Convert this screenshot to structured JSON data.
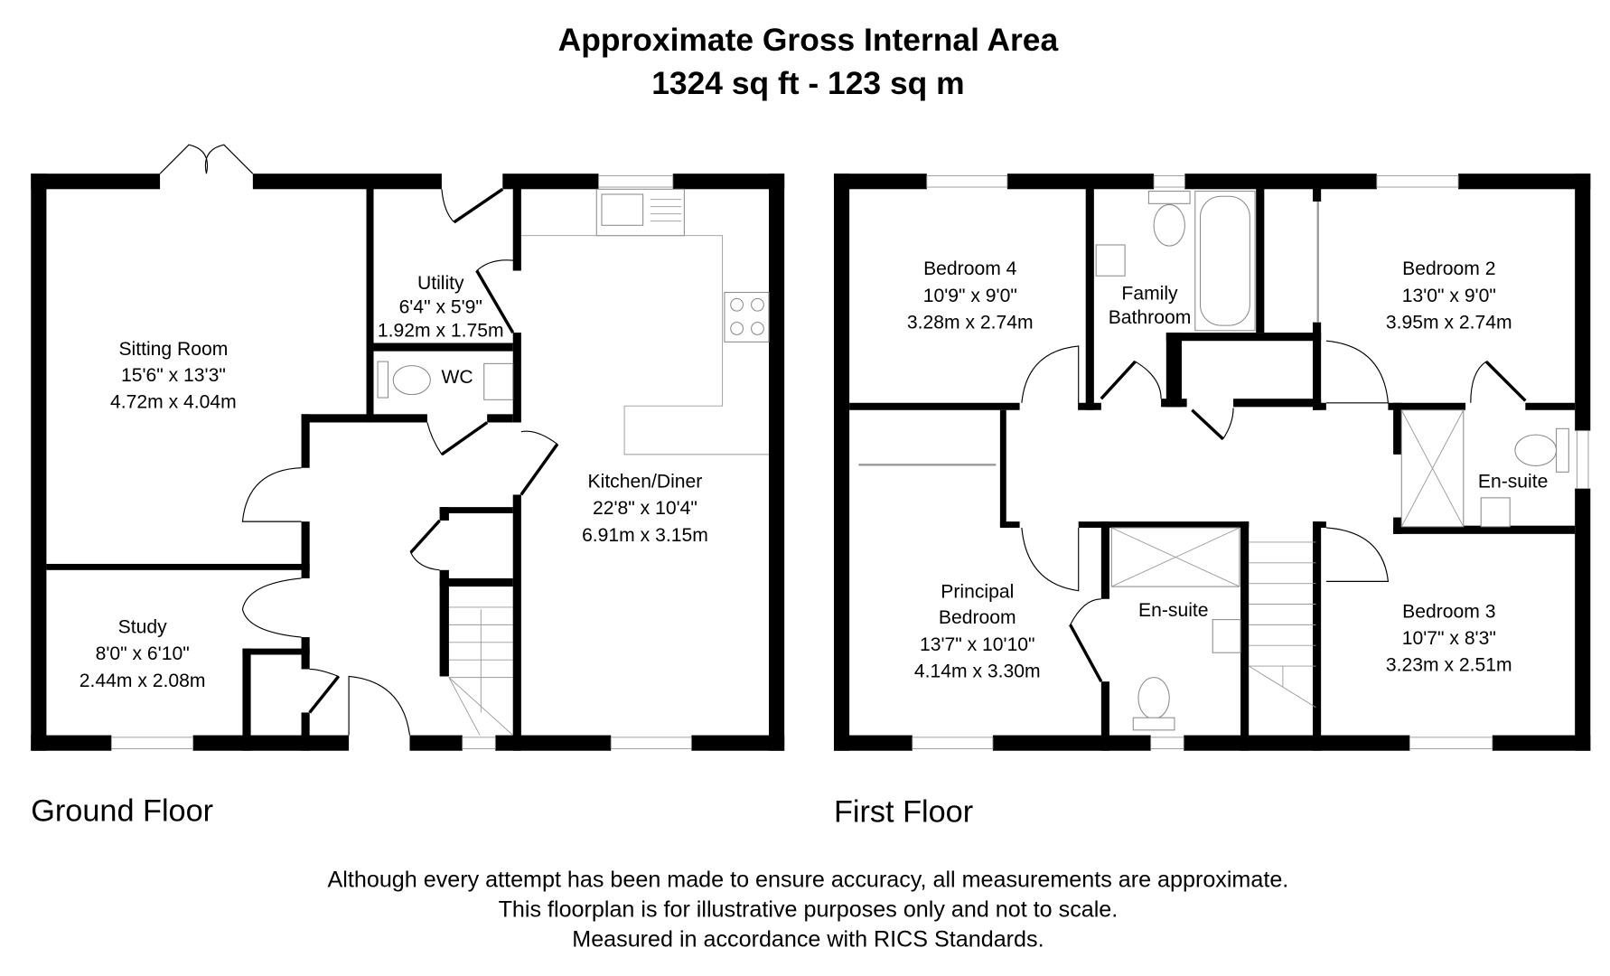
{
  "header": {
    "title": "Approximate Gross Internal Area",
    "area": "1324 sq ft - 123 sq m"
  },
  "ground_floor": {
    "label": "Ground Floor",
    "rooms": [
      {
        "name": "Sitting Room",
        "imperial": "15'6\" x 13'3\"",
        "metric": "4.72m x 4.04m"
      },
      {
        "name": "Utility",
        "imperial": "6'4\" x 5'9\"",
        "metric": "1.92m x 1.75m"
      },
      {
        "name": "WC"
      },
      {
        "name": "Kitchen/Diner",
        "imperial": "22'8\" x 10'4\"",
        "metric": "6.91m x 3.15m"
      },
      {
        "name": "Study",
        "imperial": "8'0\" x 6'10\"",
        "metric": "2.44m x 2.08m"
      }
    ]
  },
  "first_floor": {
    "label": "First Floor",
    "rooms": [
      {
        "name": "Bedroom 4",
        "imperial": "10'9\" x 9'0\"",
        "metric": "3.28m x 2.74m"
      },
      {
        "name_line1": "Family",
        "name_line2": "Bathroom"
      },
      {
        "name": "Bedroom 2",
        "imperial": "13'0\" x 9'0\"",
        "metric": "3.95m x 2.74m"
      },
      {
        "name": "En-suite"
      },
      {
        "name_line1": "Principal",
        "name_line2": "Bedroom",
        "imperial": "13'7\" x 10'10\"",
        "metric": "4.14m x 3.30m"
      },
      {
        "name": "En-suite"
      },
      {
        "name": "Bedroom 3",
        "imperial": "10'7\" x 8'3\"",
        "metric": "3.23m x 2.51m"
      }
    ]
  },
  "footer": {
    "line1": "Although every attempt has been made to ensure accuracy, all measurements are approximate.",
    "line2": "This floorplan is for illustrative purposes only and not to scale.",
    "line3": "Measured in accordance with RICS Standards."
  },
  "colors": {
    "walls": "#000000",
    "background": "#ffffff",
    "fixtures": "#888888"
  }
}
